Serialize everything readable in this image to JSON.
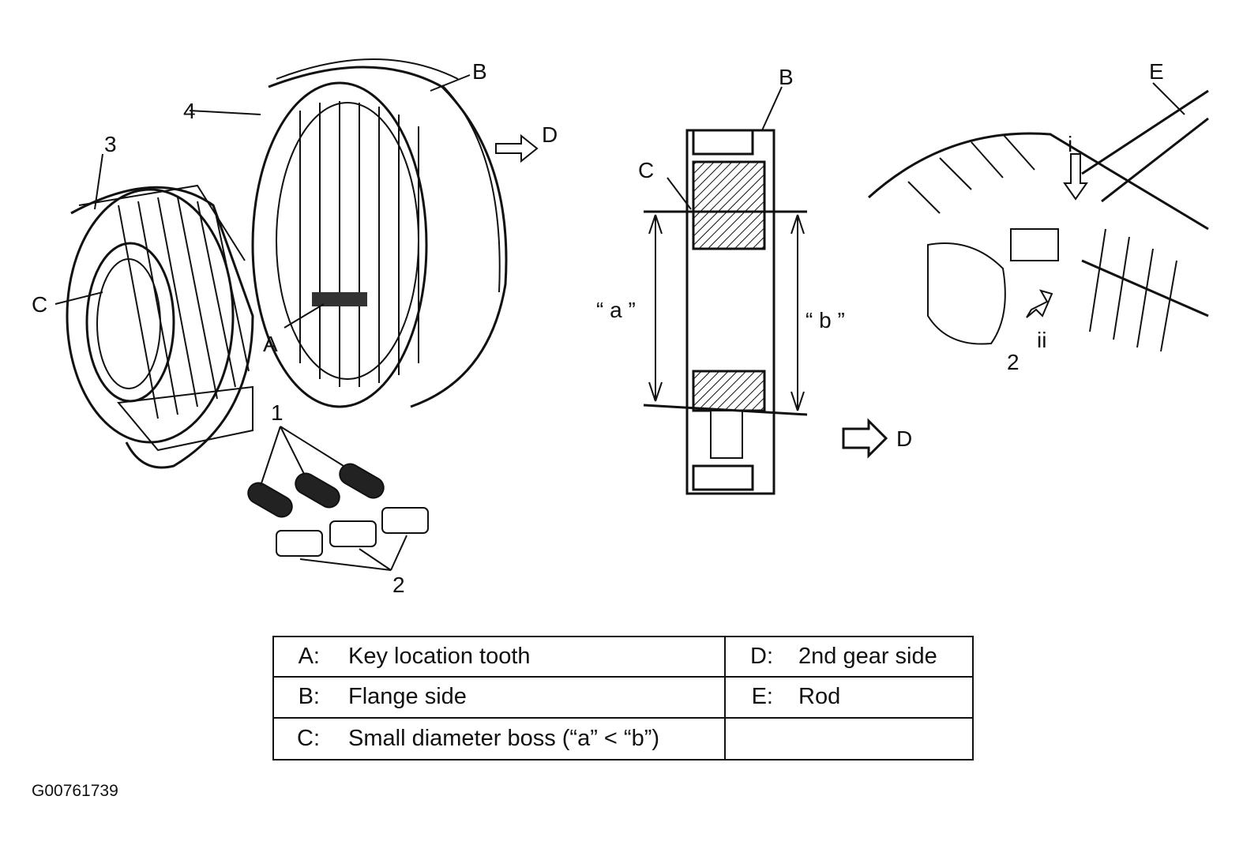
{
  "figure_labels": {
    "part_1": "1",
    "part_2": "2",
    "part_2_right": "2",
    "part_3": "3",
    "part_4": "4",
    "a_left": "A",
    "b_left": "B",
    "c_left": "C",
    "d_left": "D",
    "b_mid": "B",
    "c_mid": "C",
    "d_mid": "D",
    "dim_a": "“ a ”",
    "dim_b": "“ b ”",
    "e_right": "E",
    "i_right": "i",
    "ii_right": "ii"
  },
  "legend": {
    "rows": [
      {
        "key": "A:",
        "text": "Key location tooth",
        "key2": "D:",
        "text2": "2nd gear side"
      },
      {
        "key": "B:",
        "text": "Flange side",
        "key2": "E:",
        "text2": "Rod"
      },
      {
        "key": "C:",
        "text": "Small diameter boss (“a” < “b”)",
        "key2": "",
        "text2": ""
      }
    ]
  },
  "figure_id": "G00761739"
}
